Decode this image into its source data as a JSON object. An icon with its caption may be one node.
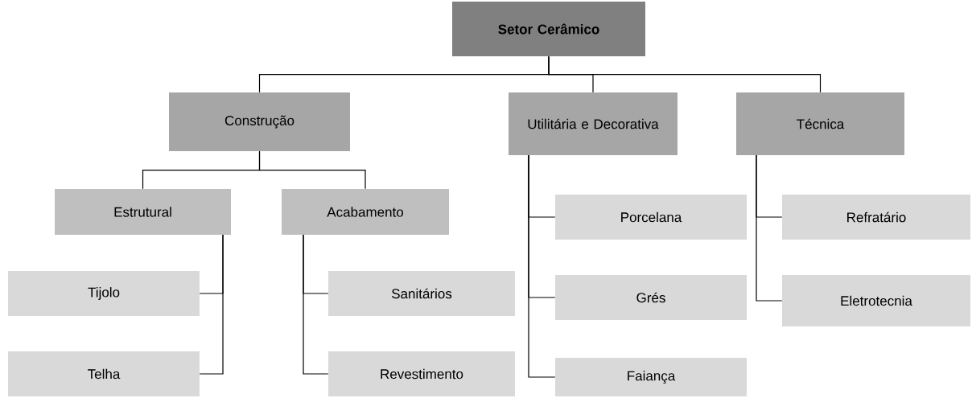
{
  "diagram": {
    "nodes": [
      {
        "text": [
          "Setor Cerâmico"
        ]
      },
      {
        "text": [
          "Construção"
        ]
      },
      {
        "text": [
          "Utilitária e Decorativa"
        ]
      },
      {
        "text": [
          "Técnica"
        ]
      },
      {
        "text": [
          "Estrutural"
        ]
      },
      {
        "text": [
          "Acabamento"
        ]
      },
      {
        "text": [
          "Tijolo"
        ]
      },
      {
        "text": [
          "Telha"
        ]
      },
      {
        "text": [
          "Sanitários"
        ]
      },
      {
        "text": [
          "Revestimento"
        ]
      },
      {
        "text": [
          "Porcelana"
        ]
      },
      {
        "text": [
          "Grés"
        ]
      },
      {
        "text": [
          "Faiança"
        ]
      },
      {
        "text": [
          "Refratário"
        ]
      },
      {
        "text": [
          "Eletrotecnia"
        ]
      }
    ],
    "edges": [
      {
        "from": 0,
        "to": 1,
        "arrow": "none"
      },
      {
        "from": 0,
        "to": 2,
        "arrow": "none"
      },
      {
        "from": 0,
        "to": 3,
        "arrow": "none"
      },
      {
        "from": 1,
        "to": 4,
        "arrow": "none"
      },
      {
        "from": 1,
        "to": 5,
        "arrow": "none"
      },
      {
        "from": 4,
        "to": 6,
        "arrow": "none"
      },
      {
        "from": 4,
        "to": 7,
        "arrow": "none"
      },
      {
        "from": 5,
        "to": 8,
        "arrow": "none"
      },
      {
        "from": 5,
        "to": 9,
        "arrow": "none"
      },
      {
        "from": 2,
        "to": 10,
        "arrow": "none"
      },
      {
        "from": 2,
        "to": 11,
        "arrow": "none"
      },
      {
        "from": 2,
        "to": 12,
        "arrow": "none"
      },
      {
        "from": 3,
        "to": 13,
        "arrow": "none"
      },
      {
        "from": 3,
        "to": 14,
        "arrow": "none"
      }
    ]
  }
}
